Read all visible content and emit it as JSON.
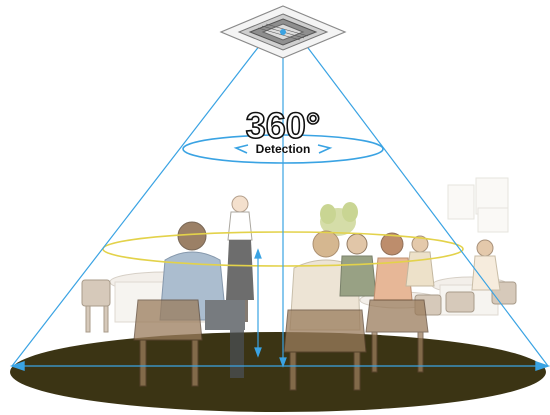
{
  "diagram": {
    "title_main": "360°",
    "title_sub": "Detection",
    "colors": {
      "cone_line": "#3aa3e3",
      "floor": "#3b3414",
      "zone_ring": "#e3d24a",
      "text": "#111111"
    },
    "icons": [
      "ceiling-cassette-unit-icon",
      "people-in-restaurant-illustration"
    ]
  }
}
